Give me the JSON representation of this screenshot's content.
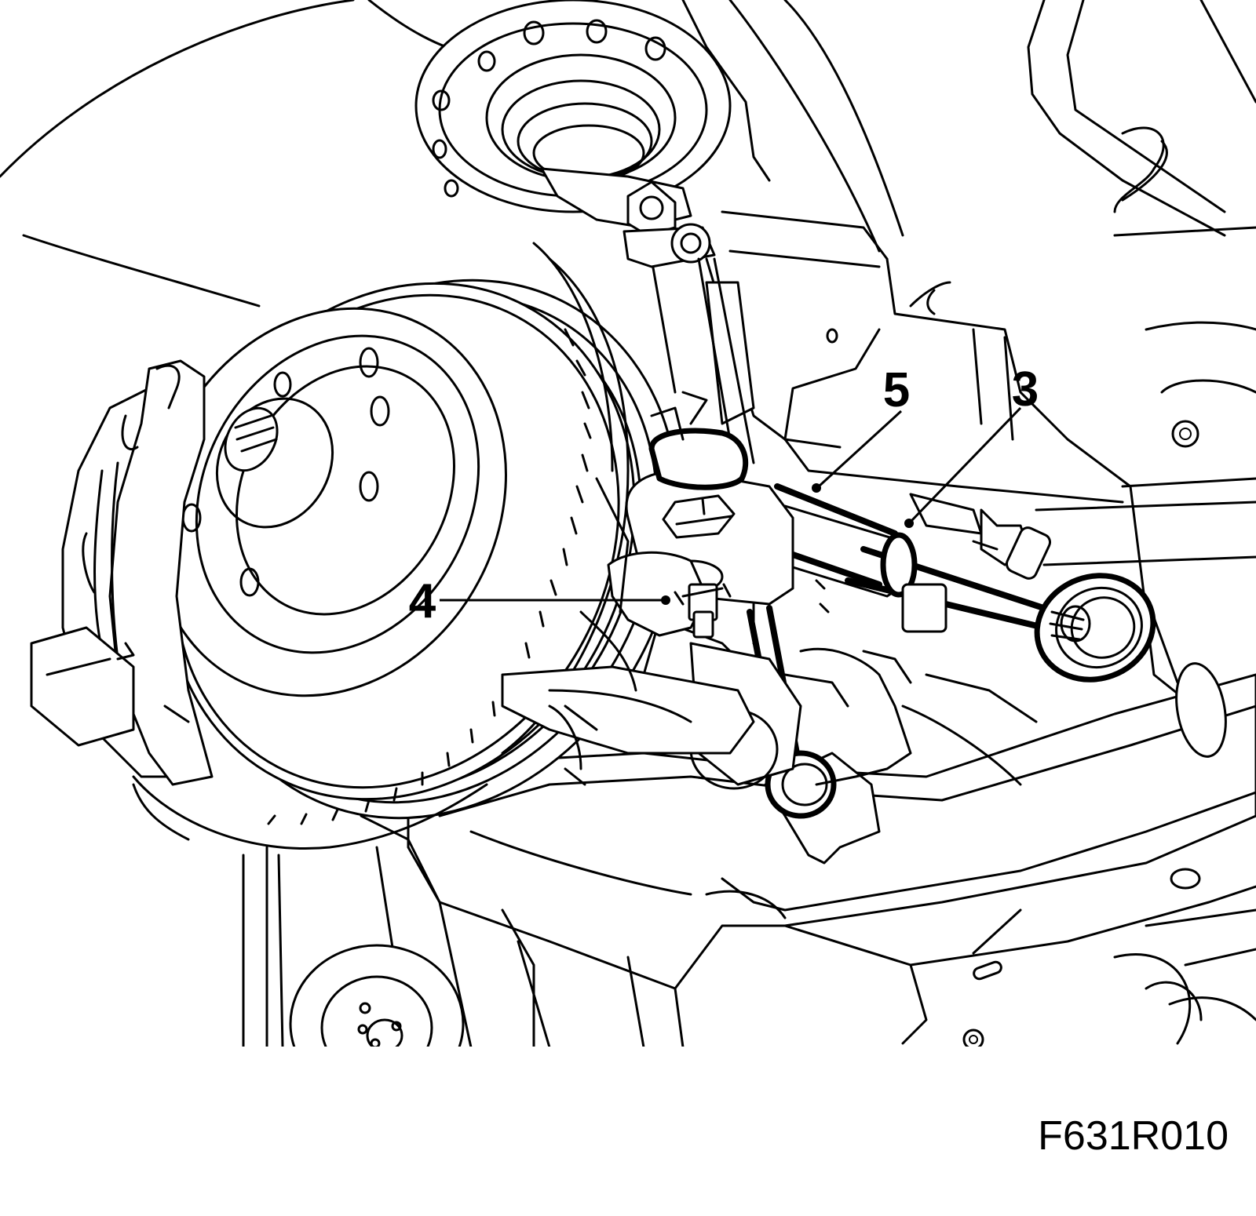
{
  "figure": {
    "code": "F631R010",
    "callouts": [
      {
        "id": "5",
        "label": "5"
      },
      {
        "id": "3",
        "label": "3"
      },
      {
        "id": "4",
        "label": "4"
      }
    ]
  },
  "colors": {
    "line": "#000000",
    "background": "#ffffff"
  }
}
